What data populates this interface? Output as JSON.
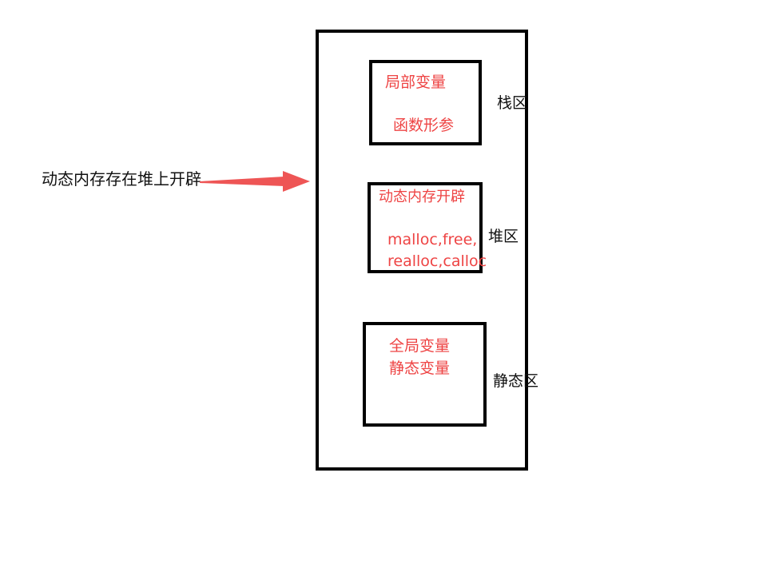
{
  "memory_layout": {
    "arrow_label": "动态内存存在堆上开辟",
    "stack": {
      "label": "栈区",
      "lines": [
        "局部变量",
        "函数形参"
      ]
    },
    "heap": {
      "label": "堆区",
      "lines": [
        "动态内存开辟",
        "malloc,free,",
        "realloc,calloc"
      ]
    },
    "static": {
      "label": "静态区",
      "lines": [
        "全局变量",
        "静态变量"
      ]
    }
  },
  "colors": {
    "annotation": "#ee4444",
    "outline": "#000000",
    "label": "#111111"
  }
}
